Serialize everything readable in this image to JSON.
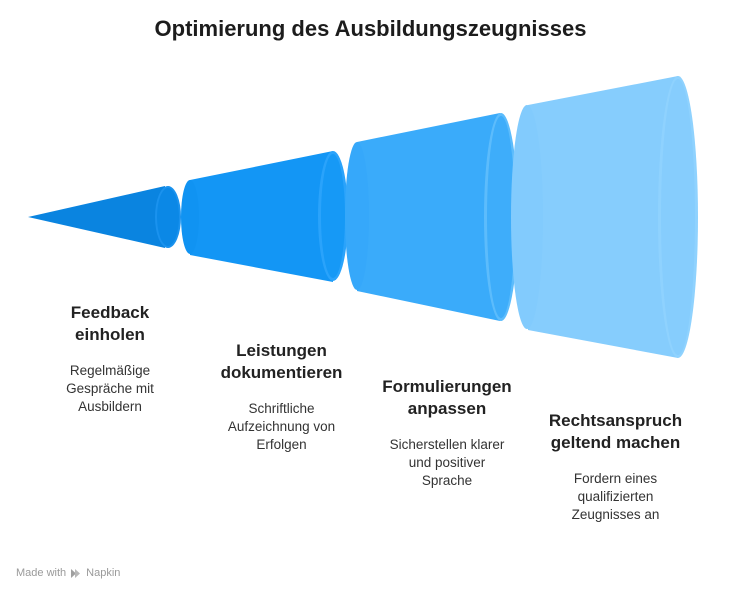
{
  "title": "Optimierung des Ausbildungszeugnisses",
  "steps": [
    {
      "title": "Feedback\neinholen",
      "description": "Regelmäßige\nGespräche mit\nAusbildern",
      "color": "#0a84e0"
    },
    {
      "title": "Leistungen\ndokumentieren",
      "description": "Schriftliche\nAufzeichnung von\nErfolgen",
      "color": "#1396f5"
    },
    {
      "title": "Formulierungen\nanpassen",
      "description": "Sicherstellen klarer\nund positiver\nSprache",
      "color": "#3aabfa"
    },
    {
      "title": "Rechtsanspruch\ngeltend machen",
      "description": "Fordern eines\nqualifizierten\nZeugnisses an",
      "color": "#86cdfd"
    }
  ],
  "footer": {
    "made_with": "Made with",
    "brand": "Napkin"
  }
}
